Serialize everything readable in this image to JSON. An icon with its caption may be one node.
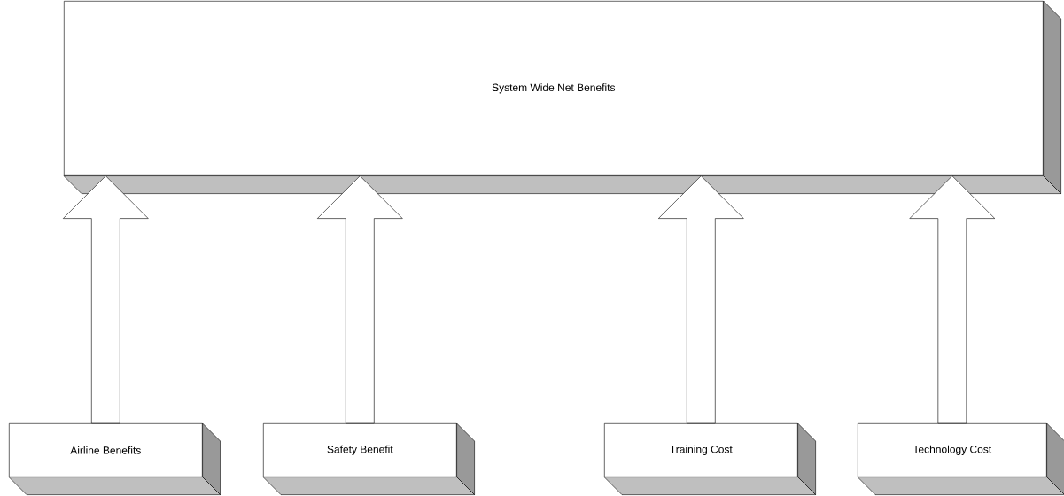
{
  "diagram": {
    "nodes": [
      {
        "text": [
          "System Wide Net Benefits"
        ]
      },
      {
        "text": [
          "Airline Benefits"
        ]
      },
      {
        "text": [
          "Safety Benefit"
        ]
      },
      {
        "text": [
          "Training Cost"
        ]
      },
      {
        "text": [
          "Technology Cost"
        ]
      }
    ],
    "edges": [
      {
        "from": 1,
        "to": 0,
        "arrow": "to"
      },
      {
        "from": 2,
        "to": 0,
        "arrow": "to"
      },
      {
        "from": 3,
        "to": 0,
        "arrow": "to"
      },
      {
        "from": 4,
        "to": 0,
        "arrow": "to"
      }
    ]
  }
}
